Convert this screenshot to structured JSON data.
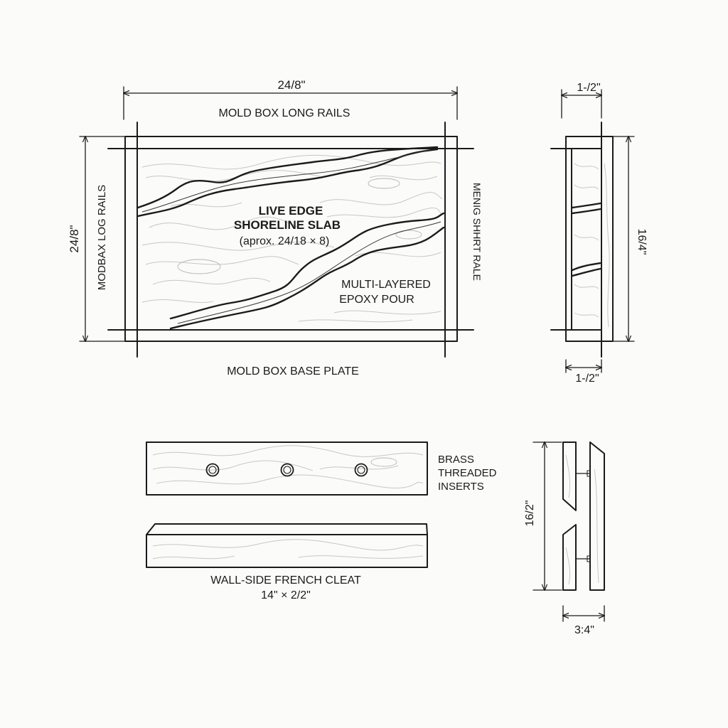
{
  "top_view": {
    "width_dim": "24/8\"",
    "long_rails_label": "MOLD BOX LONG RAILS",
    "height_dim": "24/8\"",
    "left_rail_label": "MODBAX LOG RAILS",
    "right_rail_label": "MENIG SHHRT RALE",
    "slab_title_line1": "LIVE EDGE",
    "slab_title_line2": "SHORELINE SLAB",
    "slab_size": "(aprox. 24/18 × 8)",
    "epoxy_line1": "MULTI-LAYERED",
    "epoxy_line2": "EPOXY POUR",
    "base_plate_label": "MOLD BOX BASE PLATE"
  },
  "side_view": {
    "top_dim": "1-/2\"",
    "height_dim": "16/4\"",
    "bottom_dim": "1-/2\""
  },
  "cleats": {
    "inserts_line1": "BRASS",
    "inserts_line2": "THREADED",
    "inserts_line3": "INSERTS",
    "cleat_label_line1": "WALL-SIDE FRENCH CLEAT",
    "cleat_label_line2": "14\" × 2/2\""
  },
  "cleat_profile": {
    "height_dim": "16/2\"",
    "bottom_dim": "3:4\""
  }
}
